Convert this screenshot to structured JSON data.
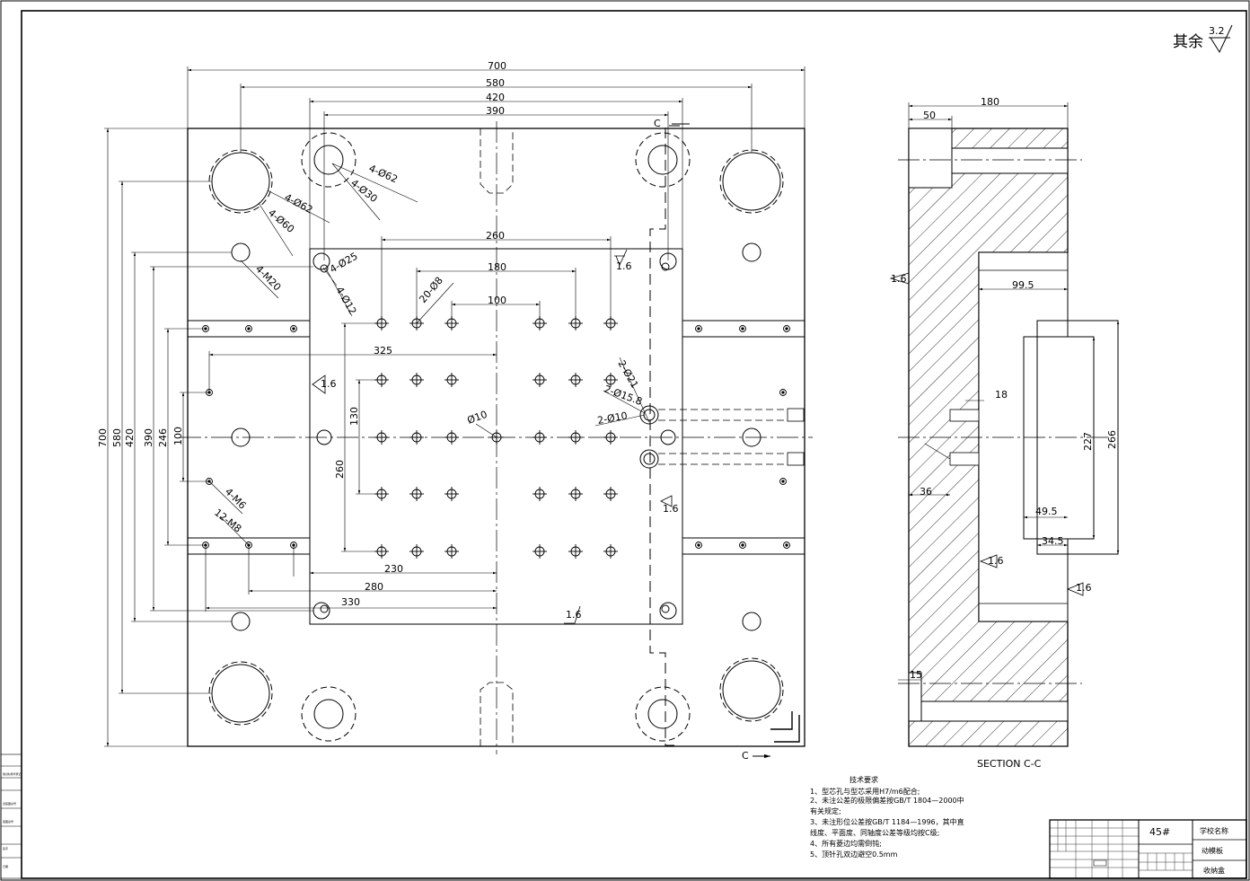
{
  "roughness_note": {
    "prefix": "其余",
    "value": "3.2"
  },
  "front_view": {
    "dimensions": {
      "w700": "700",
      "w580": "580",
      "w420": "420",
      "w390": "390",
      "w260": "260",
      "w180": "180",
      "w100": "100",
      "w325": "325",
      "w230": "230",
      "w280": "280",
      "w330": "330",
      "h700": "700",
      "h580": "580",
      "h420": "420",
      "h390": "390",
      "h246": "246",
      "h100": "100",
      "h130": "130",
      "h260": "260"
    },
    "callouts": {
      "c1": "4-Ø62",
      "c2": "4-Ø30",
      "c3": "4-Ø62",
      "c4": "4-Ø60",
      "c5": "4-M20",
      "c6": "4-Ø25",
      "c7": "4-Ø12",
      "c8": "20-Ø8",
      "c9": "2-Ø21",
      "c10": "2-Ø15.8",
      "c11": "2-Ø10",
      "c12": "Ø10",
      "c13": "4-M6",
      "c14": "12-M8"
    },
    "section_marker": "C",
    "roughness_marks": [
      "1.6",
      "1.6",
      "1.6",
      "1.6"
    ]
  },
  "section_view": {
    "title": "SECTION C-C",
    "dimensions": {
      "w180": "180",
      "w50": "50",
      "w99": "99.5",
      "w49": "49.5",
      "w34": "34.5",
      "h227": "227",
      "h266": "266",
      "d18": "18",
      "d15": "15",
      "d36": "36"
    },
    "roughness_marks": [
      "1.6",
      "1.6",
      "1.6"
    ]
  },
  "tech_requirements": {
    "title": "技术要求",
    "items": [
      "1、型芯孔与型芯采用H7/m6配合;",
      "2、未注公差的极限偏差按GB/T 1804—2000中",
      "   有关规定;",
      "3、未注形位公差按GB/T 1184—1996，其中直",
      "   线度、平面度、同轴度公差等级均按C级;",
      "4、所有菱边均需倒钝;",
      "5、顶针孔双边避空0.5mm"
    ]
  },
  "title_block": {
    "material": "45#",
    "school": "学校名称",
    "part": "动模板",
    "product": "收纳盒"
  },
  "side_strip": [
    "借(通)用件登记",
    "旧底图总号",
    "底图总号",
    "签字",
    "日期"
  ]
}
